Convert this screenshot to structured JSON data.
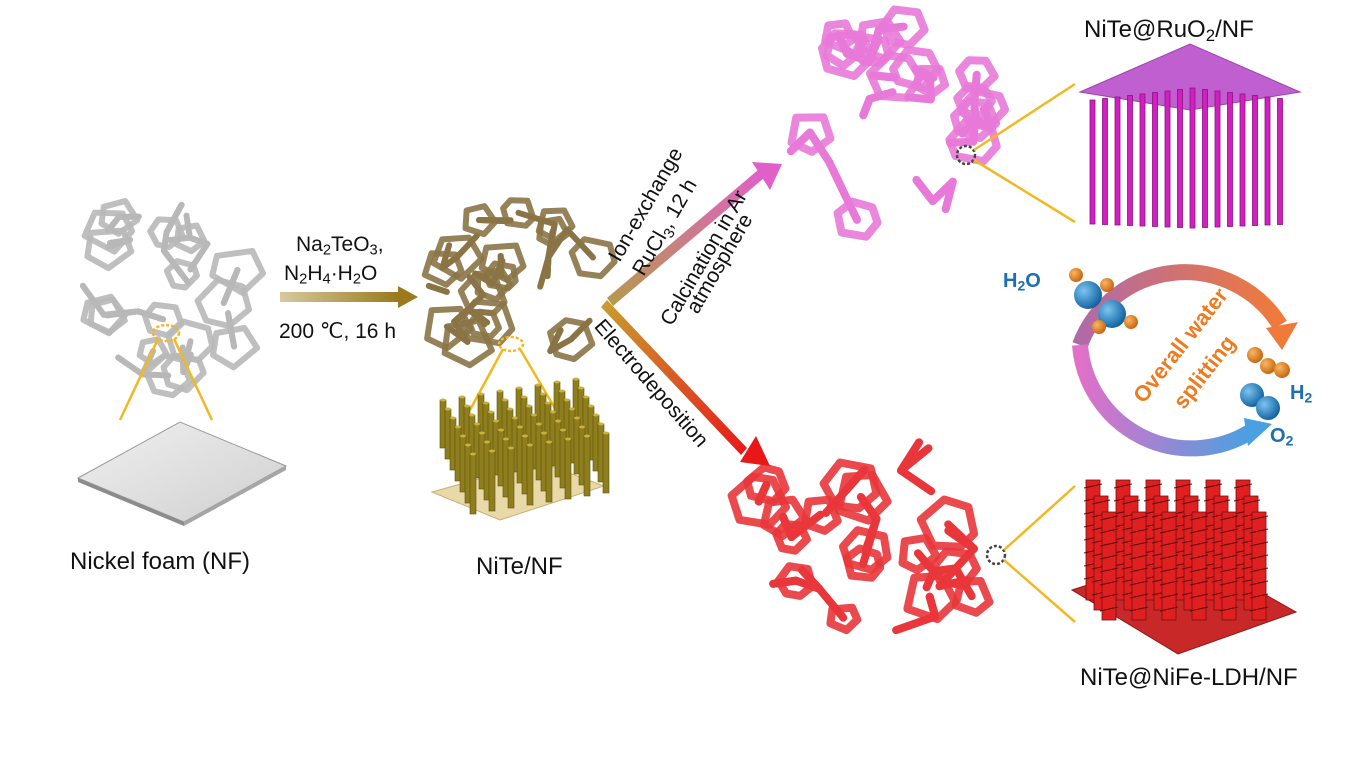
{
  "labels": {
    "nickel_foam": "Nickel foam (NF)",
    "nite_nf": "NiTe/NF",
    "nite_ruo2": {
      "pre": "NiTe@RuO",
      "sub": "2",
      "post": "/NF"
    },
    "nite_nife": "NiTe@NiFe-LDH/NF"
  },
  "step1": {
    "reagent1": {
      "pre": "Na",
      "s1": "2",
      "mid": "TeO",
      "s2": "3",
      "post": ","
    },
    "reagent2": {
      "a": "N",
      "s1": "2",
      "b": "H",
      "s2": "4",
      "c": "·H",
      "s3": "2",
      "d": "O"
    },
    "condition": "200 ℃, 16 h"
  },
  "step2_upper": {
    "line1": "Ion-exchange",
    "line2": {
      "pre": "RuCl",
      "sub": "3",
      "post": ", 12 h"
    },
    "line3": "Calcination in Ar",
    "line4": "atmosphere"
  },
  "step2_lower": {
    "line1": "Electrodeposition"
  },
  "water_cycle": {
    "title_line1": "Overall water",
    "title_line2": "splitting",
    "h2o": {
      "pre": "H",
      "sub": "2",
      "post": "O"
    },
    "h2": {
      "pre": "H",
      "sub": "2"
    },
    "o2": {
      "pre": "O",
      "sub": "2"
    }
  },
  "colors": {
    "nf": "#b8b8b8",
    "nite": "#8a7446",
    "ruo2": "#e879d8",
    "nife": "#e8363a",
    "gold": "#f2b824",
    "water_blue": "#1e6fb0",
    "orange": "#e07a1e"
  }
}
